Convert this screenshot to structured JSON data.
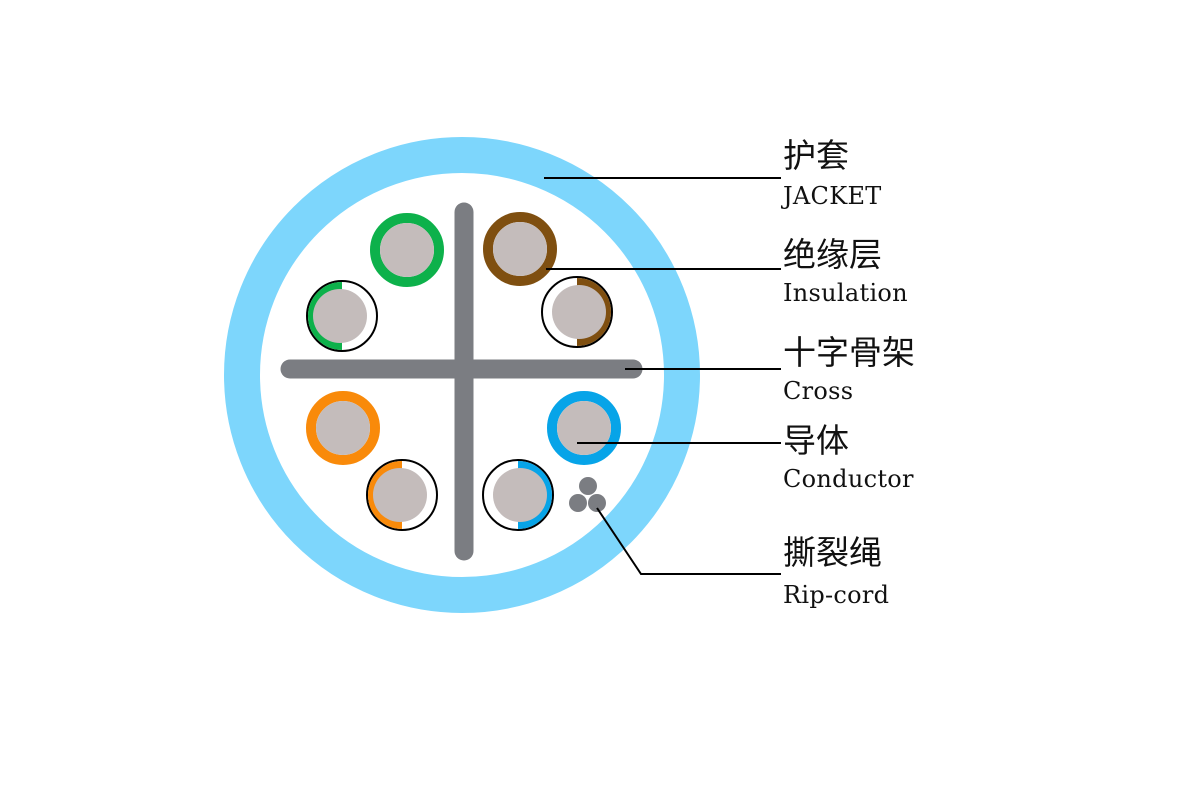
{
  "colors": {
    "jacket": "#7dd6fc",
    "cross": "#7b7d82",
    "core": "#c4bcbb",
    "green": "#0db14b",
    "brown": "#7f4f10",
    "orange": "#f98a0a",
    "blue": "#07a4e8",
    "ripcord": "#7b7d82",
    "outline": "#000000"
  },
  "conductors": [
    {
      "name": "green",
      "color": "green",
      "striped": false
    },
    {
      "name": "brown",
      "color": "brown",
      "striped": false
    },
    {
      "name": "green-white",
      "color": "green",
      "striped": true
    },
    {
      "name": "brown-white",
      "color": "brown",
      "striped": true
    },
    {
      "name": "orange",
      "color": "orange",
      "striped": false
    },
    {
      "name": "blue",
      "color": "blue",
      "striped": false
    },
    {
      "name": "orange-white",
      "color": "orange",
      "striped": true
    },
    {
      "name": "blue-white",
      "color": "blue",
      "striped": true
    }
  ],
  "labels": {
    "jacket": {
      "zh": "护套",
      "en": "JACKET"
    },
    "insulation": {
      "zh": "绝缘层",
      "en": "Insulation"
    },
    "cross": {
      "zh": "十字骨架",
      "en": "Cross"
    },
    "conductor": {
      "zh": "导体",
      "en": "Conductor"
    },
    "ripcord": {
      "zh": "撕裂绳",
      "en": "Rip-cord"
    }
  }
}
